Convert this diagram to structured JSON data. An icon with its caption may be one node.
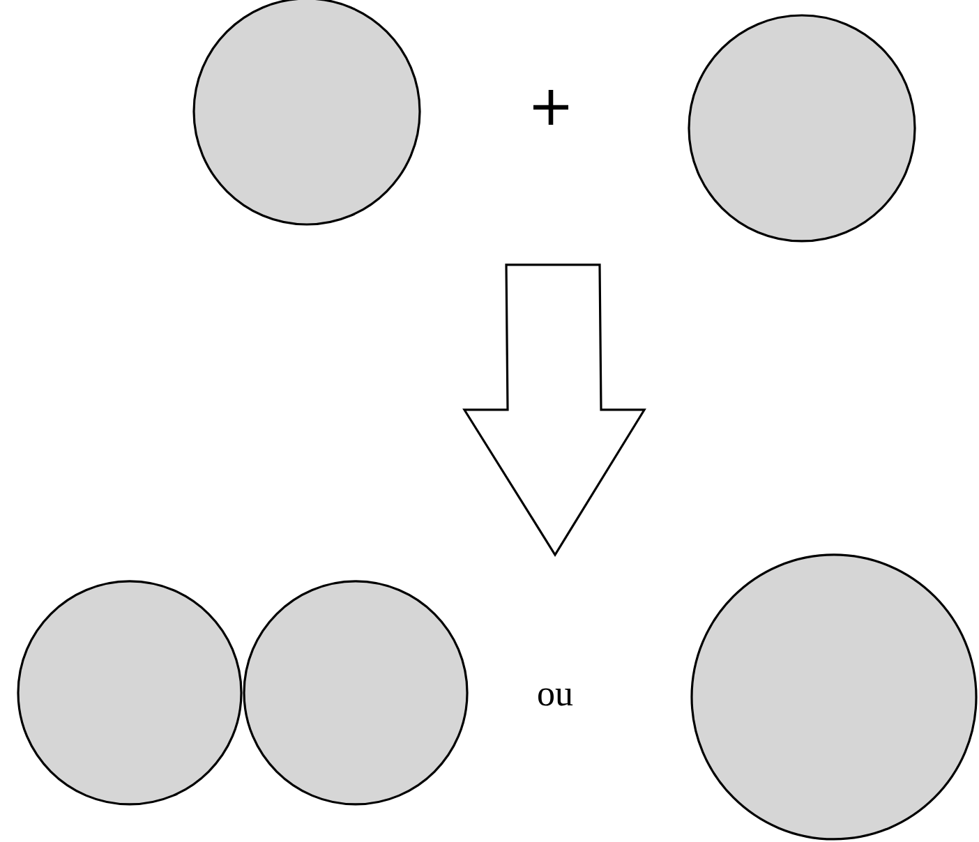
{
  "diagram": {
    "nodes": [
      {
        "text": [],
        "shape": "circle"
      },
      {
        "text": [],
        "shape": "circle"
      },
      {
        "text": [],
        "shape": "circle"
      },
      {
        "text": [],
        "shape": "circle"
      },
      {
        "text": [],
        "shape": "circle"
      }
    ],
    "labels": [
      "+",
      "ou"
    ]
  }
}
